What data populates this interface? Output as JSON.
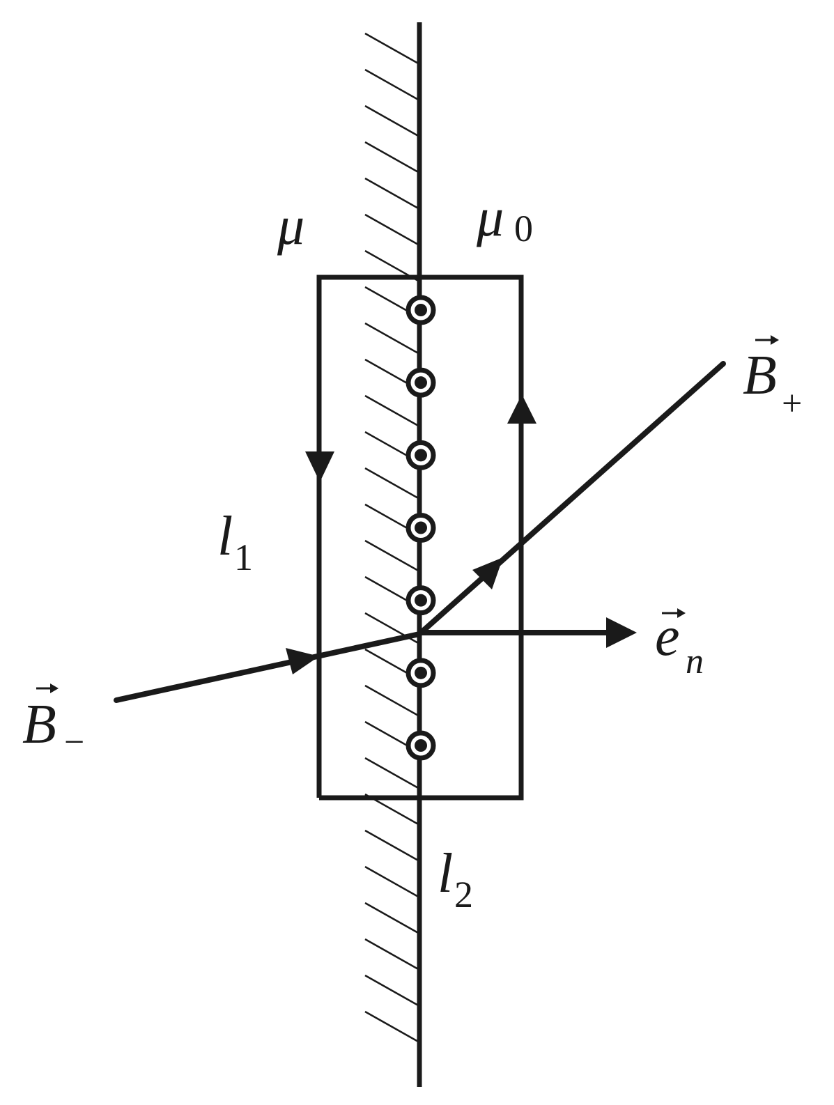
{
  "labels": {
    "mu": "μ",
    "mu0_main": "μ",
    "mu0_sub": "0",
    "l1_main": "l",
    "l1_sub": "1",
    "l2_main": "l",
    "l2_sub": "2",
    "bplus_main": "B",
    "bplus_sub": "+",
    "bminus_main": "B",
    "bminus_sub": "−",
    "en_main": "e",
    "en_sub": "n"
  },
  "surface_current": {
    "symbol": "out-of-page-dot",
    "count": 7
  },
  "colors": {
    "ink": "#1a1a1a",
    "background": "#ffffff"
  }
}
